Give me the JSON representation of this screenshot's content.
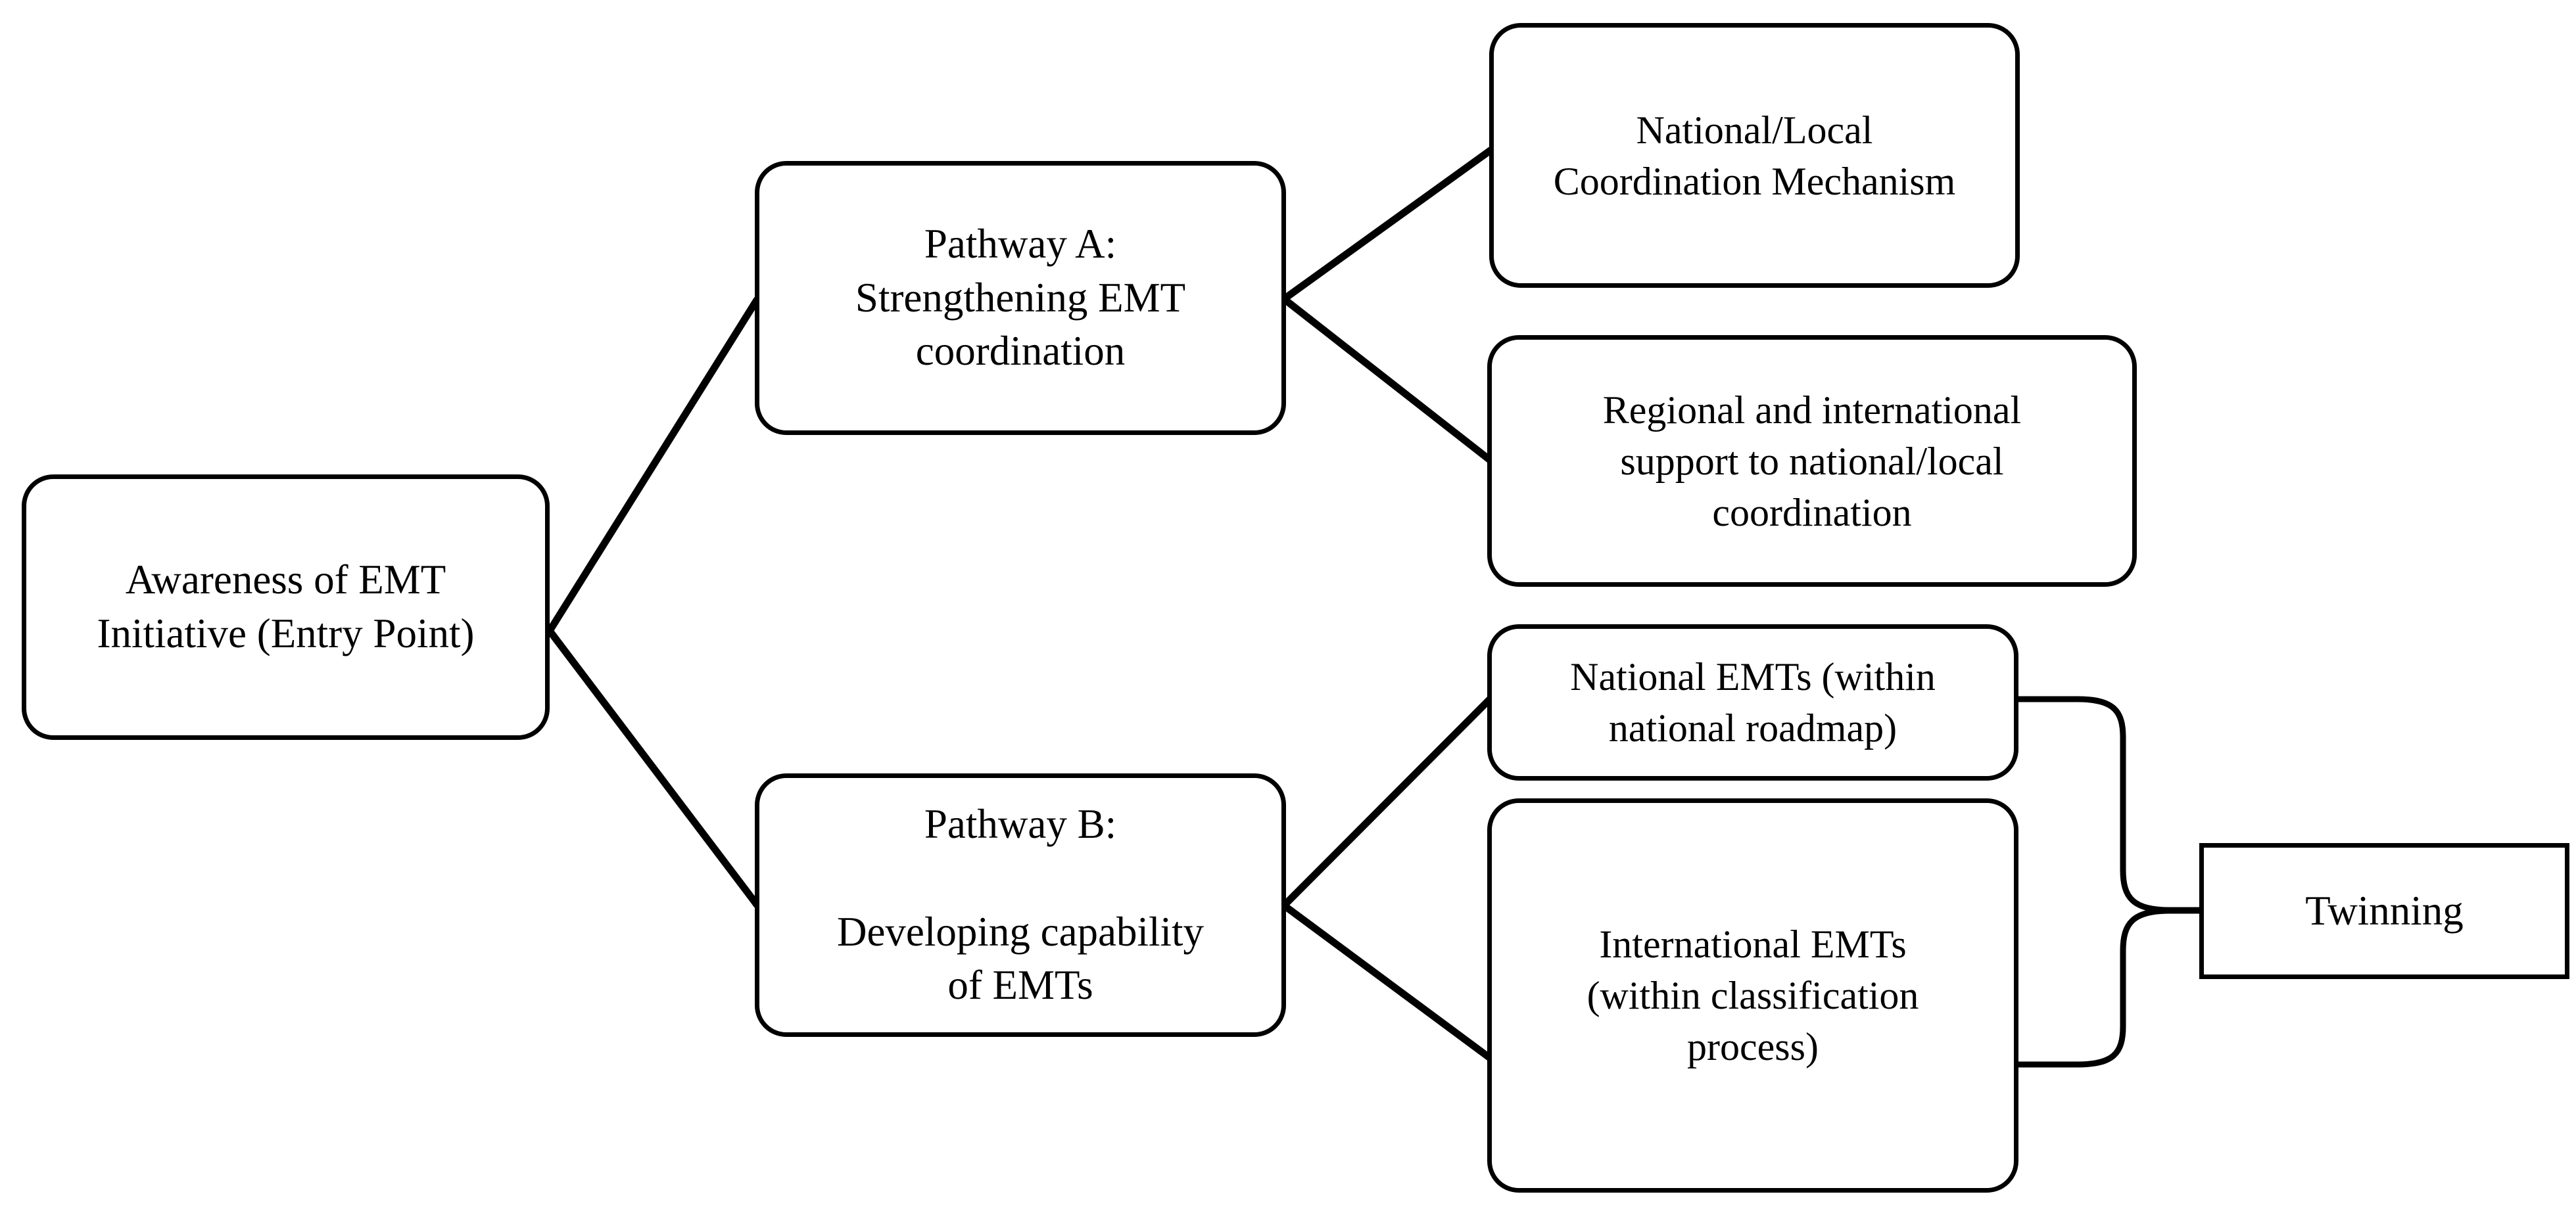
{
  "diagram": {
    "type": "flowchart",
    "title": "",
    "orientation": "left-to-right",
    "stroke_color": "#000000",
    "fill_color": "#ffffff",
    "text_color": "#000000",
    "nodes": [
      {
        "id": "entry",
        "label": "Awareness of EMT\nInitiative (Entry Point)",
        "shape": "rounded-rectangle"
      },
      {
        "id": "pathway_a",
        "label": "Pathway A:\nStrengthening EMT\ncoordination",
        "shape": "rounded-rectangle"
      },
      {
        "id": "pathway_b",
        "label": "Pathway B:\n\nDeveloping capability\nof EMTs",
        "shape": "rounded-rectangle"
      },
      {
        "id": "coordination_mechanism",
        "label": "National/Local\nCoordination Mechanism",
        "shape": "rounded-rectangle"
      },
      {
        "id": "regional_support",
        "label": "Regional and international\nsupport  to national/local\ncoordination",
        "shape": "rounded-rectangle"
      },
      {
        "id": "national_emts",
        "label": "National EMTs (within\nnational  roadmap)",
        "shape": "rounded-rectangle"
      },
      {
        "id": "international_emts",
        "label": "International EMTs\n(within classification\nprocess)",
        "shape": "rounded-rectangle"
      },
      {
        "id": "twinning",
        "label": "Twinning",
        "shape": "rectangle"
      }
    ],
    "edges": [
      {
        "from": "entry",
        "to": "pathway_a",
        "style": "straight"
      },
      {
        "from": "entry",
        "to": "pathway_b",
        "style": "straight"
      },
      {
        "from": "pathway_a",
        "to": "coordination_mechanism",
        "style": "straight"
      },
      {
        "from": "pathway_a",
        "to": "regional_support",
        "style": "straight"
      },
      {
        "from": "pathway_b",
        "to": "national_emts",
        "style": "straight"
      },
      {
        "from": "pathway_b",
        "to": "international_emts",
        "style": "straight"
      },
      {
        "from": "national_emts",
        "to": "twinning",
        "style": "curved-elbow"
      },
      {
        "from": "international_emts",
        "to": "twinning",
        "style": "curved-elbow"
      }
    ]
  }
}
